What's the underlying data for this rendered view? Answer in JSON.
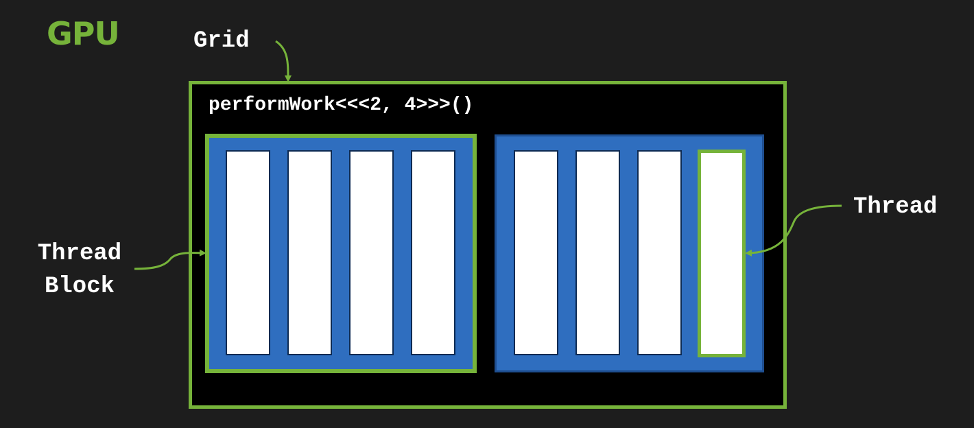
{
  "title": "GPU",
  "labels": {
    "grid": "Grid",
    "thread_block_line1": "Thread",
    "thread_block_line2": "Block",
    "thread": "Thread"
  },
  "kernel_call": "performWork<<<2, 4>>>()",
  "blocks": [
    {
      "threads": 4,
      "highlighted": true
    },
    {
      "threads": 4,
      "highlighted": false,
      "highlighted_thread": 4
    }
  ],
  "colors": {
    "background": "#1d1d1d",
    "accent": "#76b33a",
    "block_fill": "#2f6ebf",
    "grid_fill": "#000000",
    "thread_fill": "#ffffff"
  }
}
